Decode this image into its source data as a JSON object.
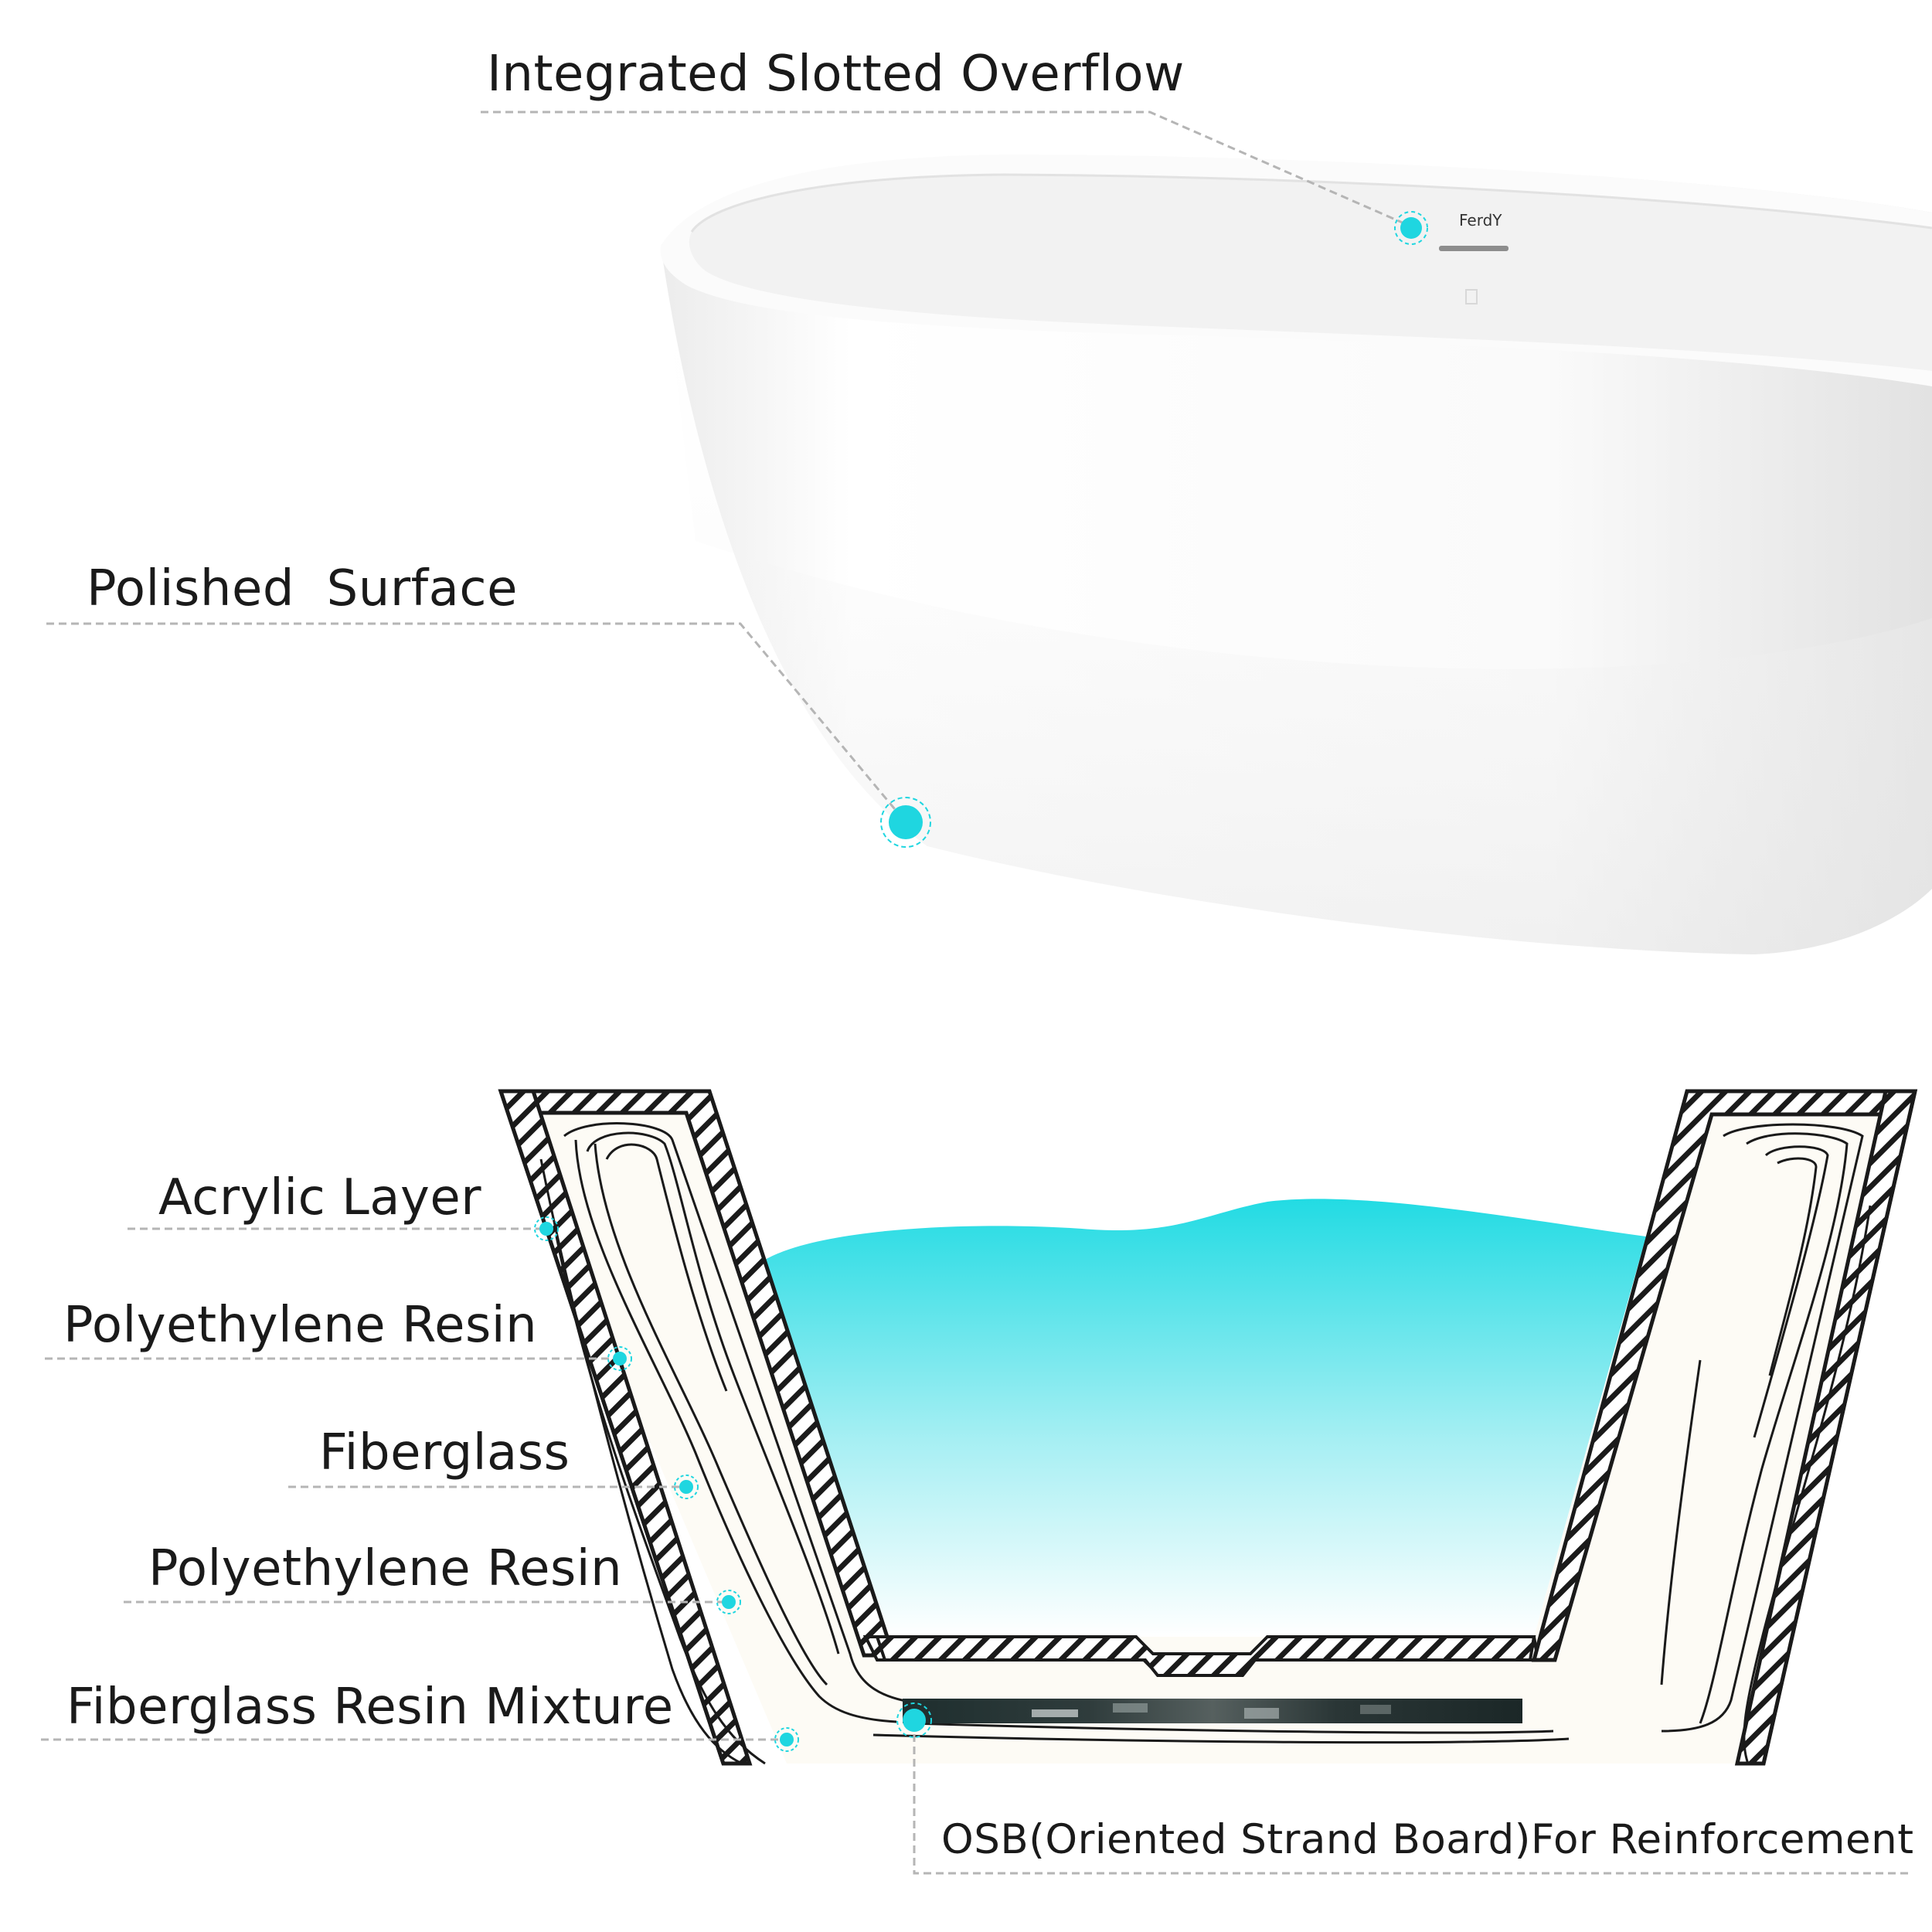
{
  "callouts": {
    "overflow": "Integrated Slotted Overflow",
    "surface": "Polished  Surface",
    "acrylic": "Acrylic Layer",
    "poly_resin_1": "Polyethylene Resin",
    "fiberglass": "Fiberglass",
    "poly_resin_2": "Polyethylene Resin",
    "mixture": "Fiberglass Resin Mixture",
    "osb": "OSB(Oriented Strand Board)For Reinforcement"
  },
  "brand_logo": "FerdY",
  "colors": {
    "marker": "#1fd6e0",
    "water_top": "#22dbe3",
    "water_bottom": "#ffffff",
    "leader_line": "#b5b5b5",
    "wall_fill": "#fdfbf5",
    "text": "#1a1a1a"
  }
}
